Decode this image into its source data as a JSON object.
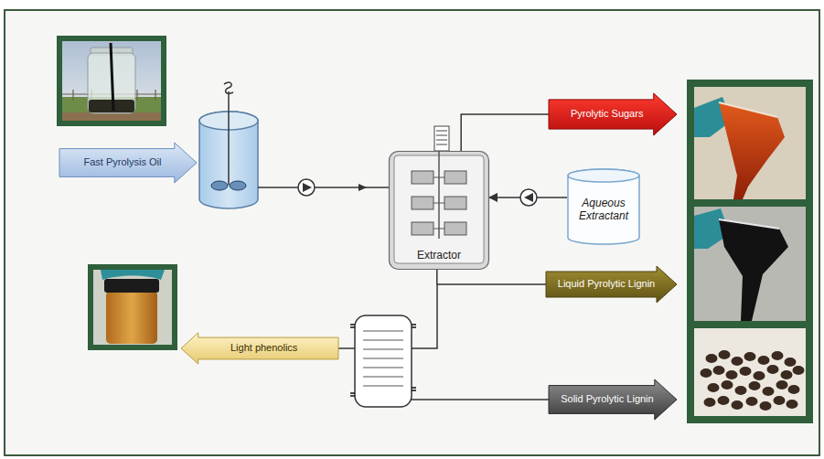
{
  "diagram": {
    "nodes": [
      {
        "text": [
          "Fast Pyrolysis Oil"
        ]
      },
      {
        "text": [
          "Extractor"
        ]
      },
      {
        "text": [
          "Pyrolytic Sugars"
        ]
      },
      {
        "text": [
          "Aqueous Extractant"
        ]
      },
      {
        "text": [
          "Liquid Pyrolytic Lignin"
        ]
      },
      {
        "text": [
          "Light phenolics"
        ]
      },
      {
        "text": [
          "Solid Pyrolytic Lignin"
        ]
      }
    ],
    "edges": [
      {
        "from": 3,
        "to": 1,
        "arrow": "to"
      },
      {
        "from": 1,
        "to": 2,
        "arrow": "none"
      },
      {
        "from": 1,
        "to": 4,
        "arrow": "none"
      }
    ]
  }
}
